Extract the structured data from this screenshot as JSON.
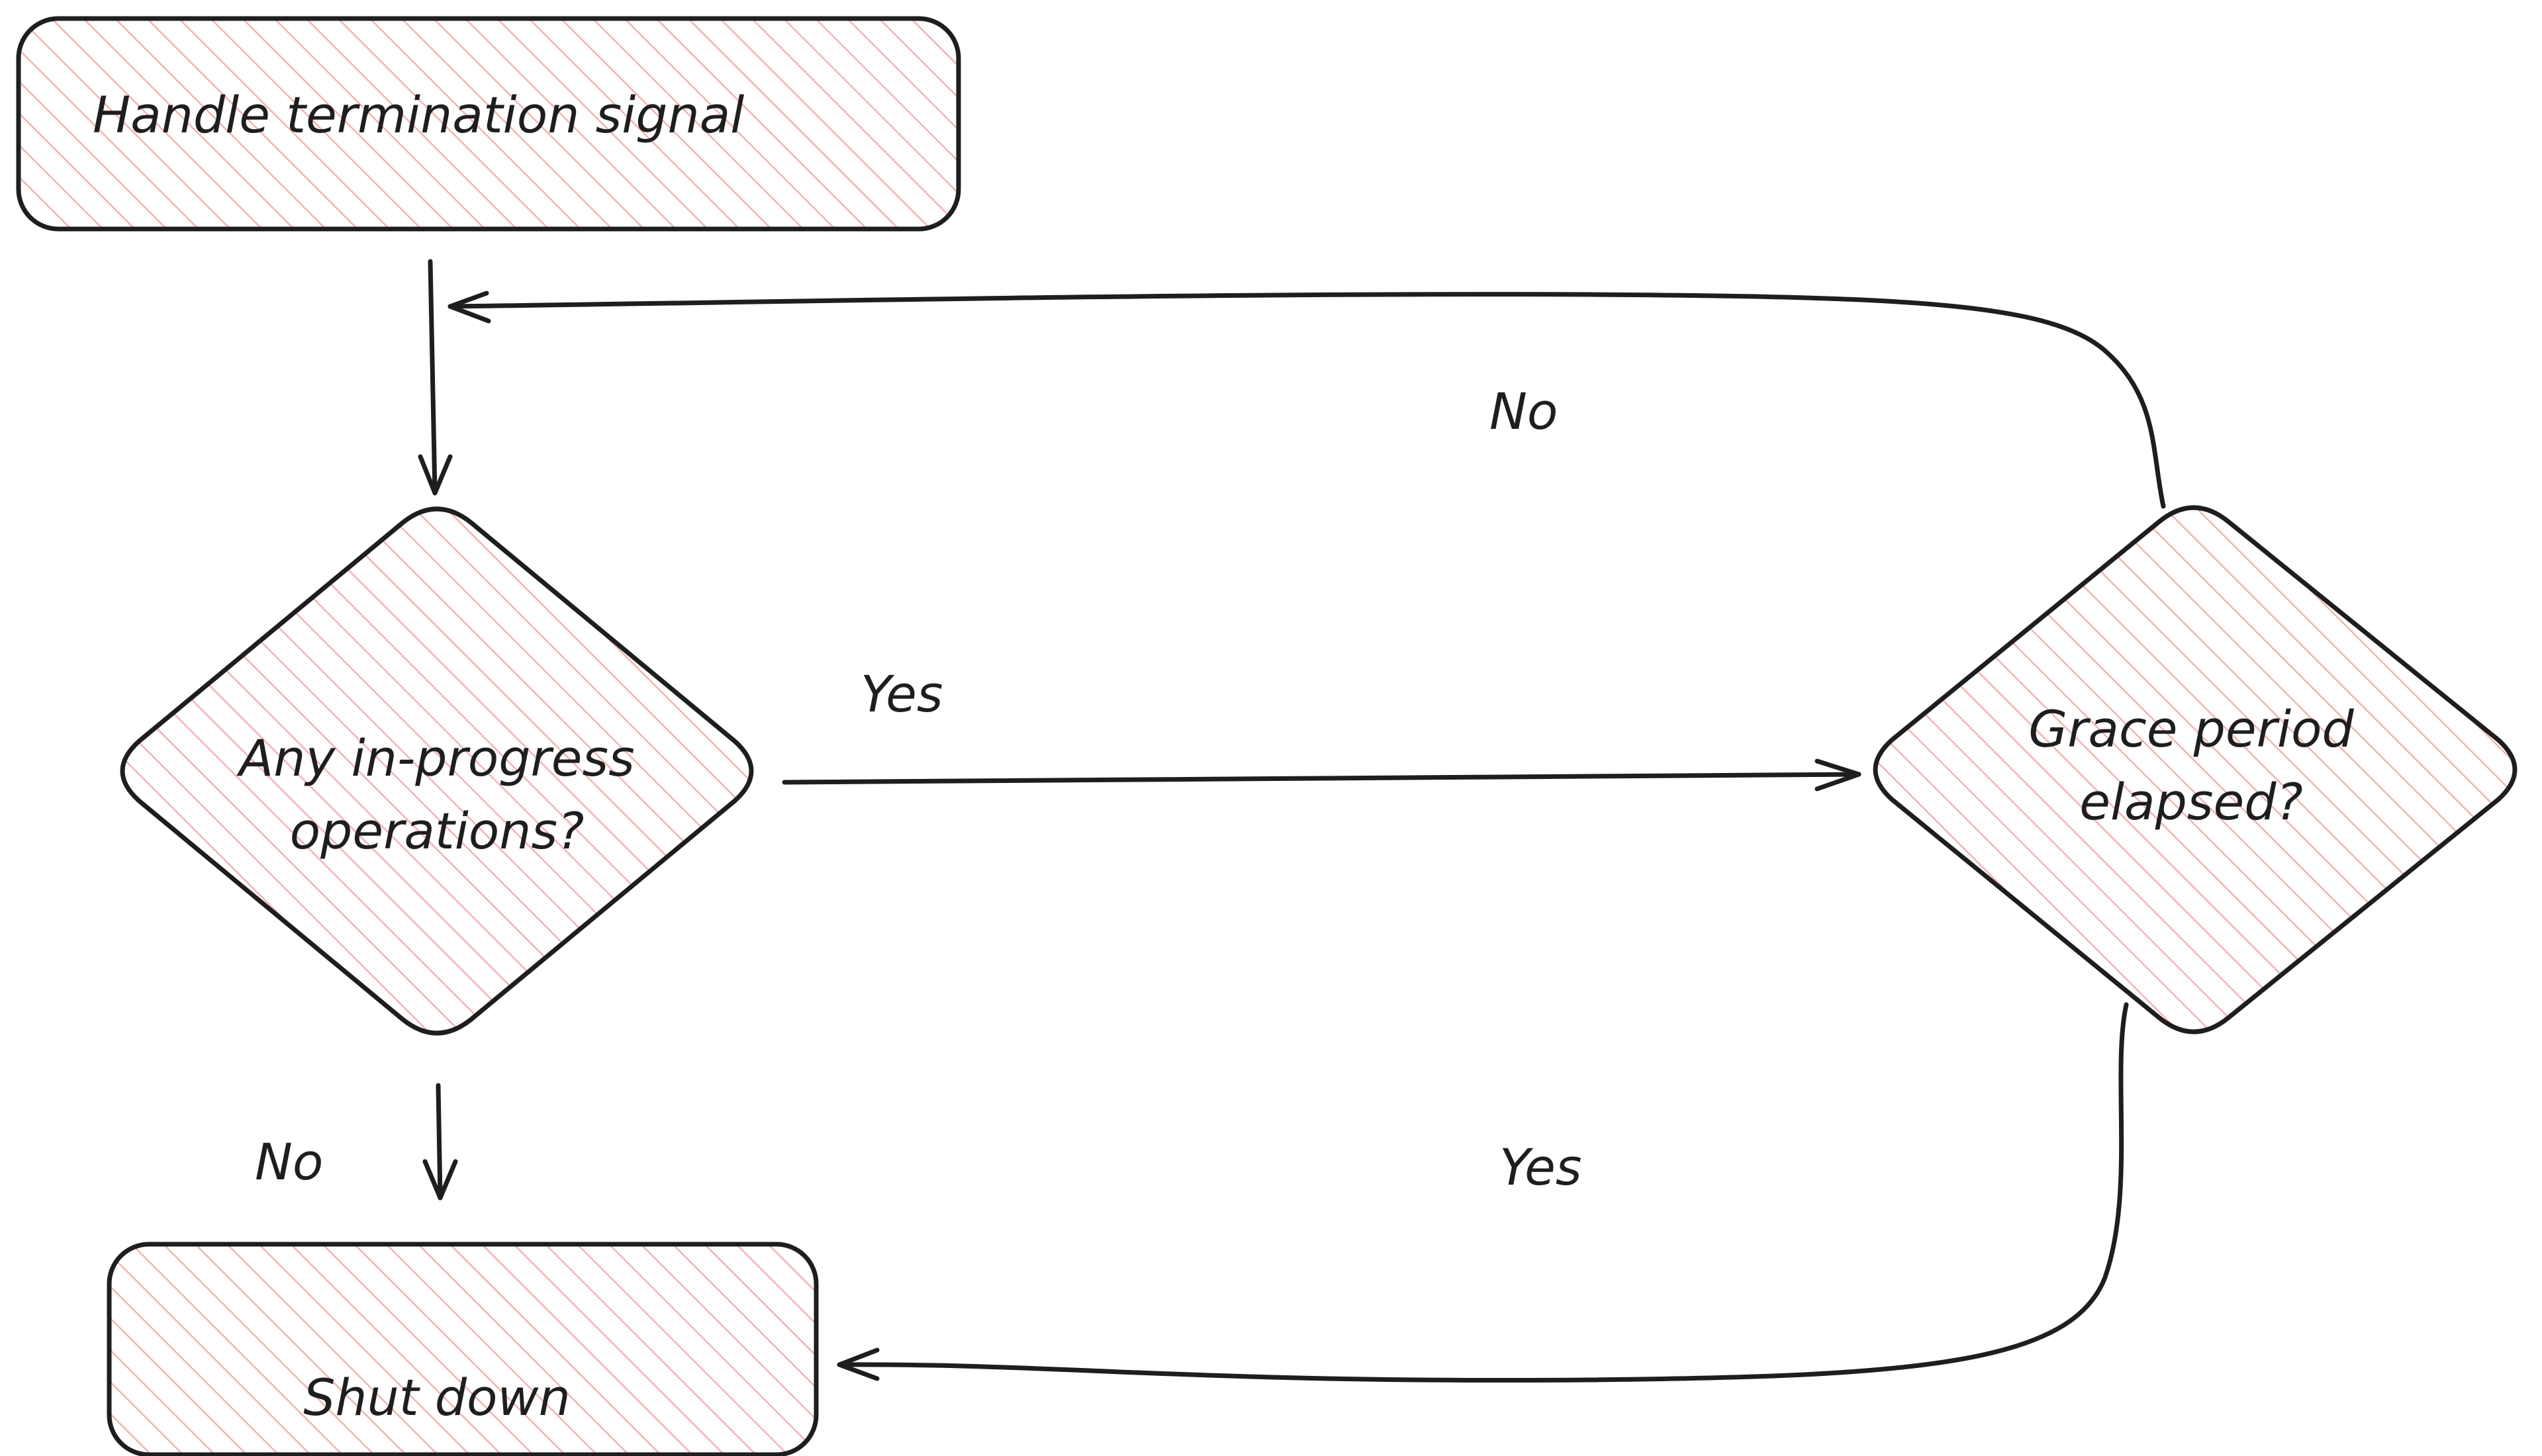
{
  "colors": {
    "stroke": "#1e1e1e",
    "fill_background": "#ffffff",
    "hatch": "#f3b3b3"
  },
  "nodes": {
    "start": {
      "label": "Handle termination signal",
      "shape": "rounded-rectangle"
    },
    "in_progress": {
      "label_line1": "Any in-progress",
      "label_line2": "operations?",
      "shape": "diamond"
    },
    "grace": {
      "label_line1": "Grace period",
      "label_line2": "elapsed?",
      "shape": "diamond"
    },
    "shutdown": {
      "label": "Shut down",
      "shape": "rounded-rectangle"
    }
  },
  "edges": {
    "start_to_in_progress": {
      "from": "Handle termination signal",
      "to": "Any in-progress operations?",
      "label": ""
    },
    "in_progress_yes": {
      "from": "Any in-progress operations?",
      "to": "Grace period elapsed?",
      "label": "Yes"
    },
    "in_progress_no": {
      "from": "Any in-progress operations?",
      "to": "Shut down",
      "label": "No"
    },
    "grace_no": {
      "from": "Grace period elapsed?",
      "to": "Any in-progress operations?",
      "label": "No"
    },
    "grace_yes": {
      "from": "Grace period elapsed?",
      "to": "Shut down",
      "label": "Yes"
    }
  }
}
